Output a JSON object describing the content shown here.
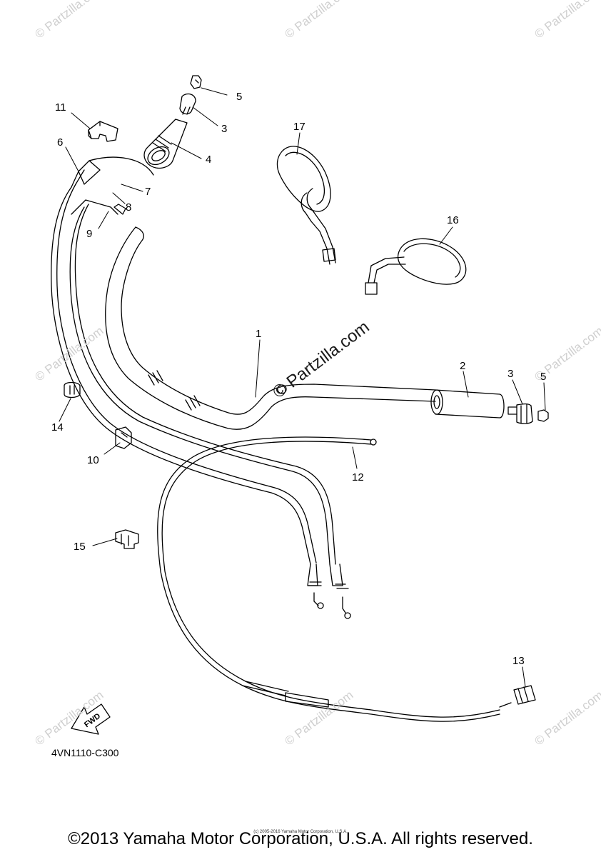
{
  "callouts": [
    {
      "id": "c5a",
      "text": "5"
    },
    {
      "id": "c3a",
      "text": "3"
    },
    {
      "id": "c4",
      "text": "4"
    },
    {
      "id": "c11",
      "text": "11"
    },
    {
      "id": "c6",
      "text": "6"
    },
    {
      "id": "c7",
      "text": "7"
    },
    {
      "id": "c8",
      "text": "8"
    },
    {
      "id": "c9",
      "text": "9"
    },
    {
      "id": "c17",
      "text": "17"
    },
    {
      "id": "c16",
      "text": "16"
    },
    {
      "id": "c1",
      "text": "1"
    },
    {
      "id": "c2",
      "text": "2"
    },
    {
      "id": "c3b",
      "text": "3"
    },
    {
      "id": "c5b",
      "text": "5"
    },
    {
      "id": "c14",
      "text": "14"
    },
    {
      "id": "c10",
      "text": "10"
    },
    {
      "id": "c12",
      "text": "12"
    },
    {
      "id": "c15",
      "text": "15"
    },
    {
      "id": "c13",
      "text": "13"
    }
  ],
  "fwd_label": "FWD",
  "diagram_code": "4VN1110-C300",
  "watermark": "© Partzilla.com",
  "watermark_center": "© Partzilla.com",
  "small_copyright": "(c) 2005-2016 Yamaha Motor Corporation, U.S.A.",
  "copyright": "©2013 Yamaha Motor Corporation, U.S.A. All rights reserved.",
  "colors": {
    "line": "#000000",
    "watermark": "#cfcfcf",
    "background": "#ffffff"
  }
}
